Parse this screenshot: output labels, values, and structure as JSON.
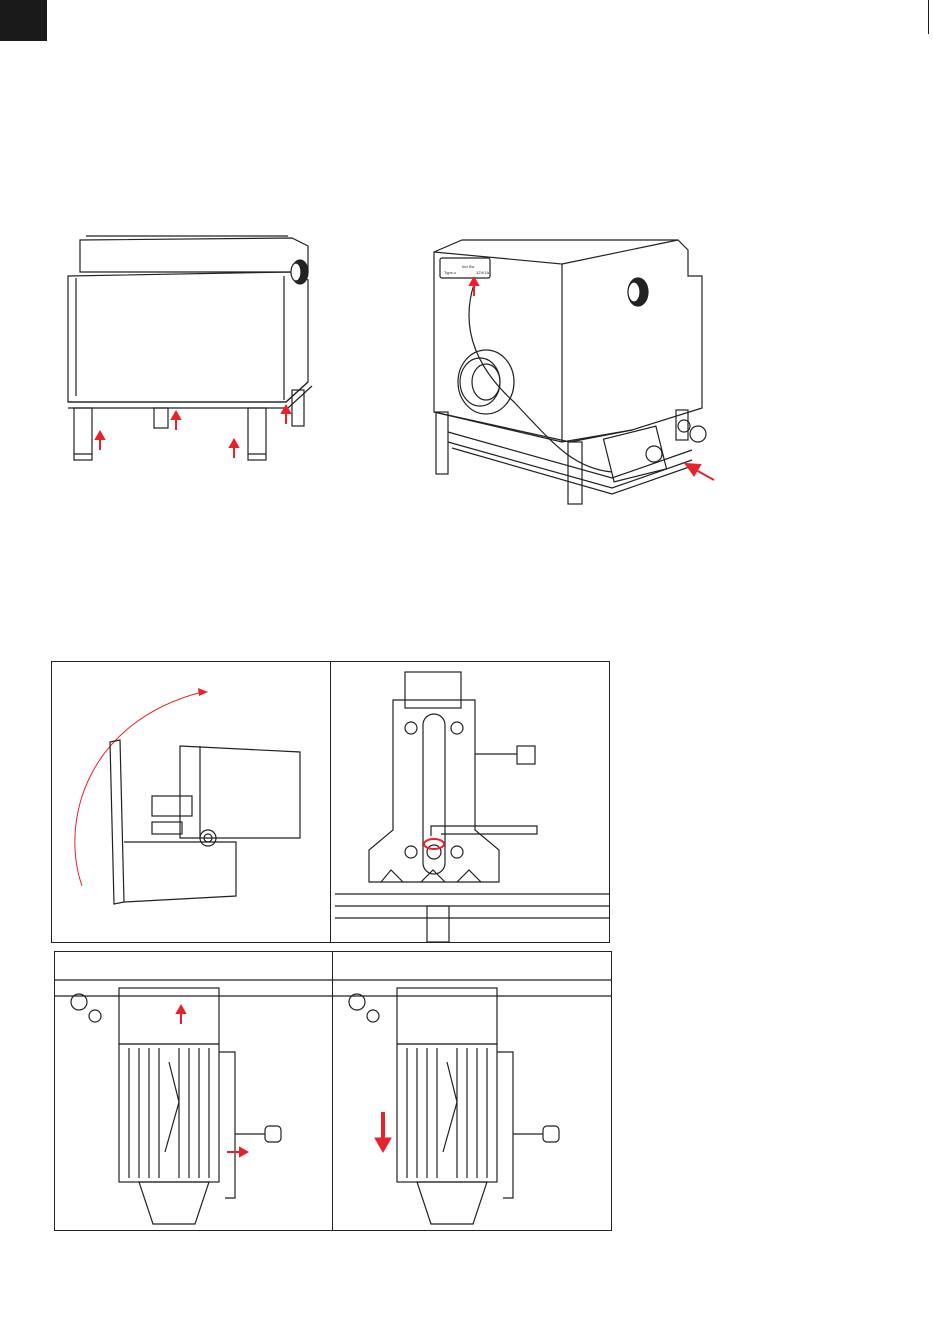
{
  "page": {
    "corner_tab_color": "#1a1a1a",
    "accent_color": "#e8212b",
    "line_color": "#222222"
  },
  "figures": {
    "top_left": {
      "subject": "enclosure-front-with-legs"
    },
    "top_right": {
      "subject": "enclosure-rear-with-ports",
      "port_labels": [
        "Type-c",
        "Ind Sw",
        "12V/1A"
      ]
    },
    "panel_a": {
      "subject": "laser-module-tilt"
    },
    "panel_b": {
      "subject": "laser-slot-adjust-hex-key"
    },
    "panel_c": {
      "subject": "laser-head-release"
    },
    "panel_d": {
      "subject": "laser-head-lower"
    }
  }
}
